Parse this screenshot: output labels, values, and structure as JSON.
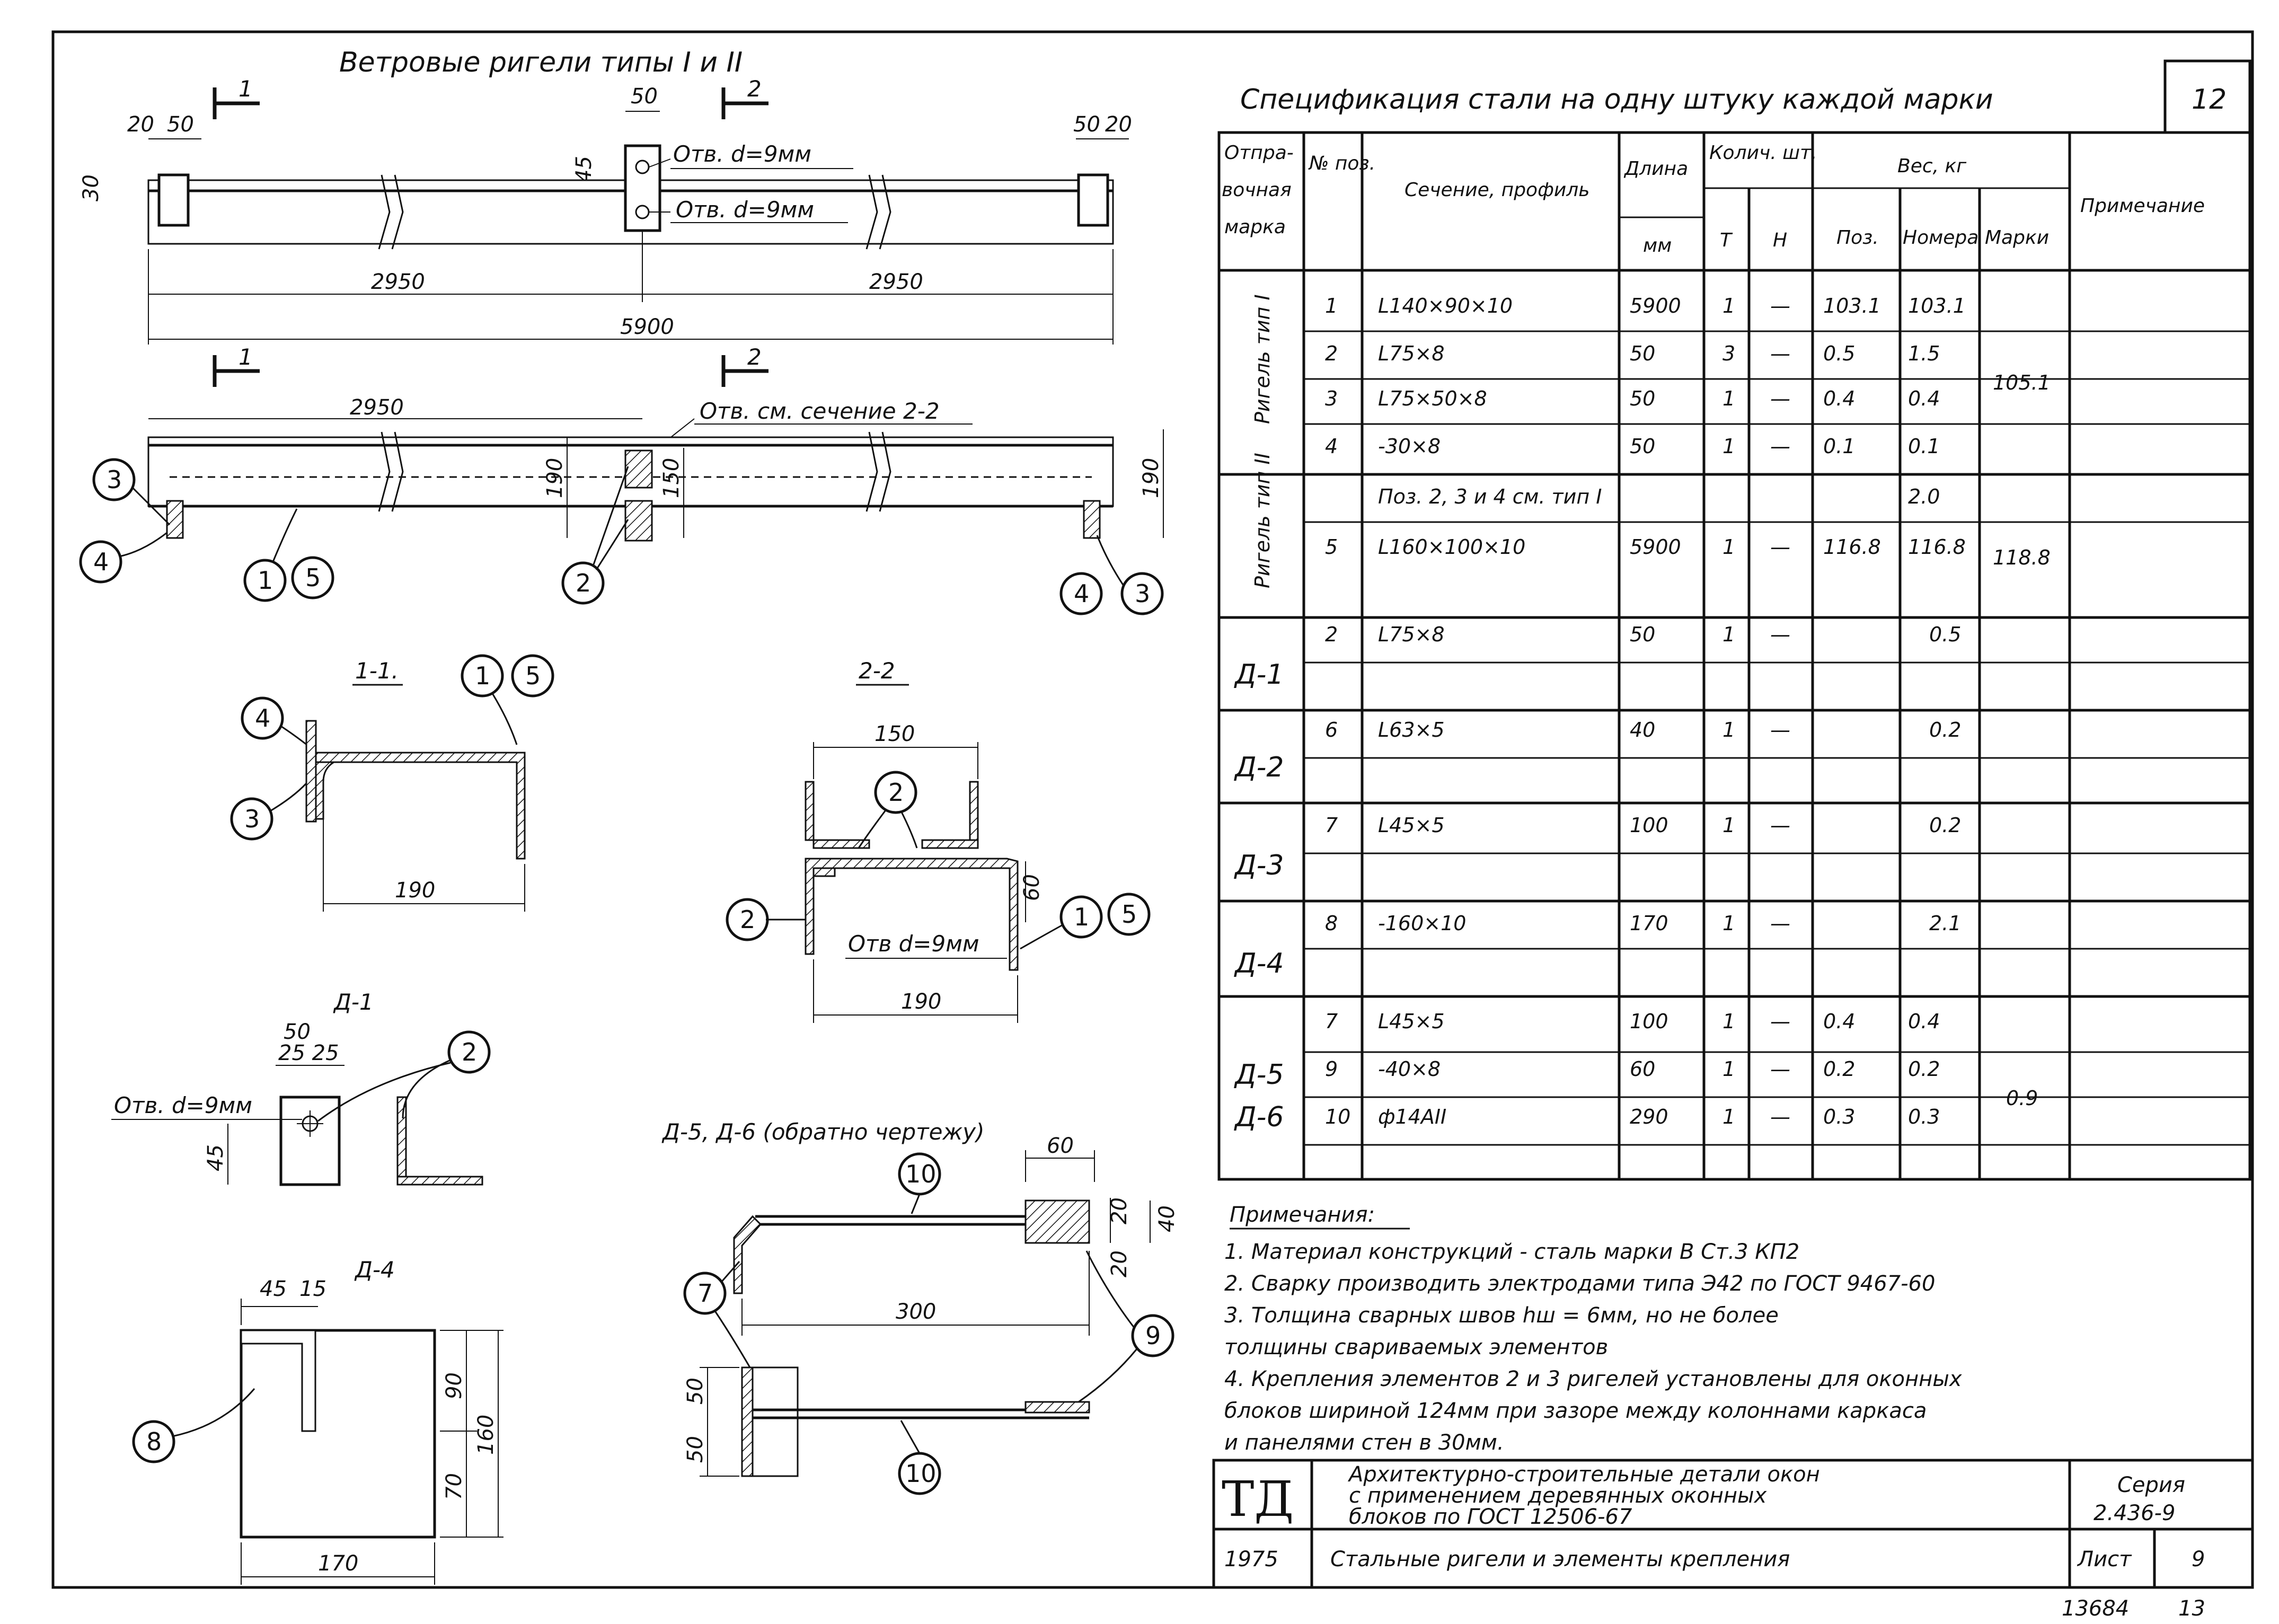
{
  "drawing": {
    "title": "Ветровые ригели типы I и II",
    "sections": {
      "s1": "1",
      "s2": "2",
      "view11": "1-1.",
      "view22": "2-2",
      "d1": "Д-1",
      "d4": "Д-4",
      "d56": "Д-5, Д-6 (обратно чертежу)"
    },
    "top_view": {
      "dim_left_a": "20",
      "dim_left_b": "50",
      "dim_mid": "50",
      "dim_right_a": "50",
      "dim_right_b": "20",
      "dim_vert_a": "30",
      "dim_vert_b": "45",
      "dim_vert_c": "45",
      "hole_top": "Отв. d=9мм",
      "hole_bottom": "Отв. d=9мм",
      "half_left": "2950",
      "half_right": "2950",
      "total": "5900"
    },
    "front_view": {
      "half": "2950",
      "note": "Отв. см. сечение 2-2",
      "h1": "190",
      "h2": "150",
      "h3": "190"
    },
    "bubbles": [
      "1",
      "2",
      "3",
      "4",
      "5",
      "6",
      "7",
      "8",
      "9",
      "10"
    ],
    "sec11": {
      "width": "190"
    },
    "sec22": {
      "top": "150",
      "side": "60",
      "hole": "Отв d=9мм",
      "bottom": "190"
    },
    "d1_detail": {
      "w": "50",
      "parts": "25 25",
      "hole": "Отв. d=9мм",
      "h": "45"
    },
    "d4_detail": {
      "a": "45",
      "b": "15",
      "h_top": "90",
      "h_bot": "70",
      "h_total": "160",
      "w": "170"
    },
    "d56_detail": {
      "w": "60",
      "h1": "20",
      "h2": "40",
      "h3": "20",
      "len": "300",
      "v1": "50",
      "v2": "50"
    }
  },
  "spec": {
    "title": "Спецификация стали на одну штуку каждой марки",
    "sheet_corner": "12",
    "headers": {
      "mark": "Отправочная марка",
      "pos": "№ поз.",
      "section": "Сечение, профиль",
      "length": "Длина",
      "length_unit": "мм",
      "qty": "Колич. шт.",
      "qty_t": "Т",
      "qty_n": "Н",
      "weight": "Вес, кг",
      "w_pos": "Поз.",
      "w_num": "Номера",
      "w_mark": "Марки",
      "note": "Примечание"
    },
    "groups": [
      {
        "mark": "Ригель тип I",
        "total": "105.1"
      },
      {
        "mark": "Ригель тип II",
        "total": "118.8"
      },
      {
        "mark": "Д-1",
        "total": ""
      },
      {
        "mark": "Д-2",
        "total": ""
      },
      {
        "mark": "Д-3",
        "total": ""
      },
      {
        "mark": "Д-4",
        "total": ""
      },
      {
        "mark": "Д-5",
        "total": "0.9"
      },
      {
        "mark": "Д-6",
        "total": ""
      }
    ],
    "rows": [
      {
        "pos": "1",
        "section": "L140×90×10",
        "len": "5900",
        "t": "1",
        "n": "—",
        "wpos": "103.1",
        "wnum": "103.1"
      },
      {
        "pos": "2",
        "section": "L75×8",
        "len": "50",
        "t": "3",
        "n": "—",
        "wpos": "0.5",
        "wnum": "1.5"
      },
      {
        "pos": "3",
        "section": "L75×50×8",
        "len": "50",
        "t": "1",
        "n": "—",
        "wpos": "0.4",
        "wnum": "0.4"
      },
      {
        "pos": "4",
        "section": "-30×8",
        "len": "50",
        "t": "1",
        "n": "—",
        "wpos": "0.1",
        "wnum": "0.1"
      },
      {
        "pos": "",
        "section": "Поз. 2, 3 и 4 см. тип I",
        "len": "",
        "t": "",
        "n": "",
        "wpos": "",
        "wnum": "2.0"
      },
      {
        "pos": "5",
        "section": "L160×100×10",
        "len": "5900",
        "t": "1",
        "n": "—",
        "wpos": "116.8",
        "wnum": "116.8"
      },
      {
        "pos": "2",
        "section": "L75×8",
        "len": "50",
        "t": "1",
        "n": "—",
        "wpos": "",
        "wnum": "0.5"
      },
      {
        "pos": "6",
        "section": "L63×5",
        "len": "40",
        "t": "1",
        "n": "—",
        "wpos": "",
        "wnum": "0.2"
      },
      {
        "pos": "7",
        "section": "L45×5",
        "len": "100",
        "t": "1",
        "n": "—",
        "wpos": "",
        "wnum": "0.2"
      },
      {
        "pos": "8",
        "section": "-160×10",
        "len": "170",
        "t": "1",
        "n": "—",
        "wpos": "",
        "wnum": "2.1"
      },
      {
        "pos": "7",
        "section": "L45×5",
        "len": "100",
        "t": "1",
        "n": "—",
        "wpos": "0.4",
        "wnum": "0.4"
      },
      {
        "pos": "9",
        "section": "-40×8",
        "len": "60",
        "t": "1",
        "n": "—",
        "wpos": "0.2",
        "wnum": "0.2"
      },
      {
        "pos": "10",
        "section": "ф14АII",
        "len": "290",
        "t": "1",
        "n": "—",
        "wpos": "0.3",
        "wnum": "0.3"
      }
    ]
  },
  "notes": {
    "title": "Примечания:",
    "items": [
      "1. Материал конструкций - сталь марки В Ст.3 КП2",
      "2. Сварку производить электродами типа Э42 по ГОСТ 9467-60",
      "3. Толщина сварных швов hш = 6мм, но не более",
      "    толщины свариваемых элементов",
      "4. Крепления элементов 2 и 3 ригелей установлены для оконных",
      "    блоков шириной 124мм при зазоре между колоннами каркаса",
      "    и панелями стен в 30мм."
    ]
  },
  "stamp": {
    "logo": "ТД",
    "desc1": "Архитектурно-строительные детали окон",
    "desc2": "с применением деревянных оконных",
    "desc3": "блоков по ГОСТ 12506-67",
    "series_label": "Серия",
    "series": "2.436-9",
    "year": "1975",
    "sheet_title": "Стальные ригели и элементы крепления",
    "list_label": "Лист",
    "list": "9"
  },
  "footer": {
    "number": "13684",
    "sheet": "13"
  }
}
